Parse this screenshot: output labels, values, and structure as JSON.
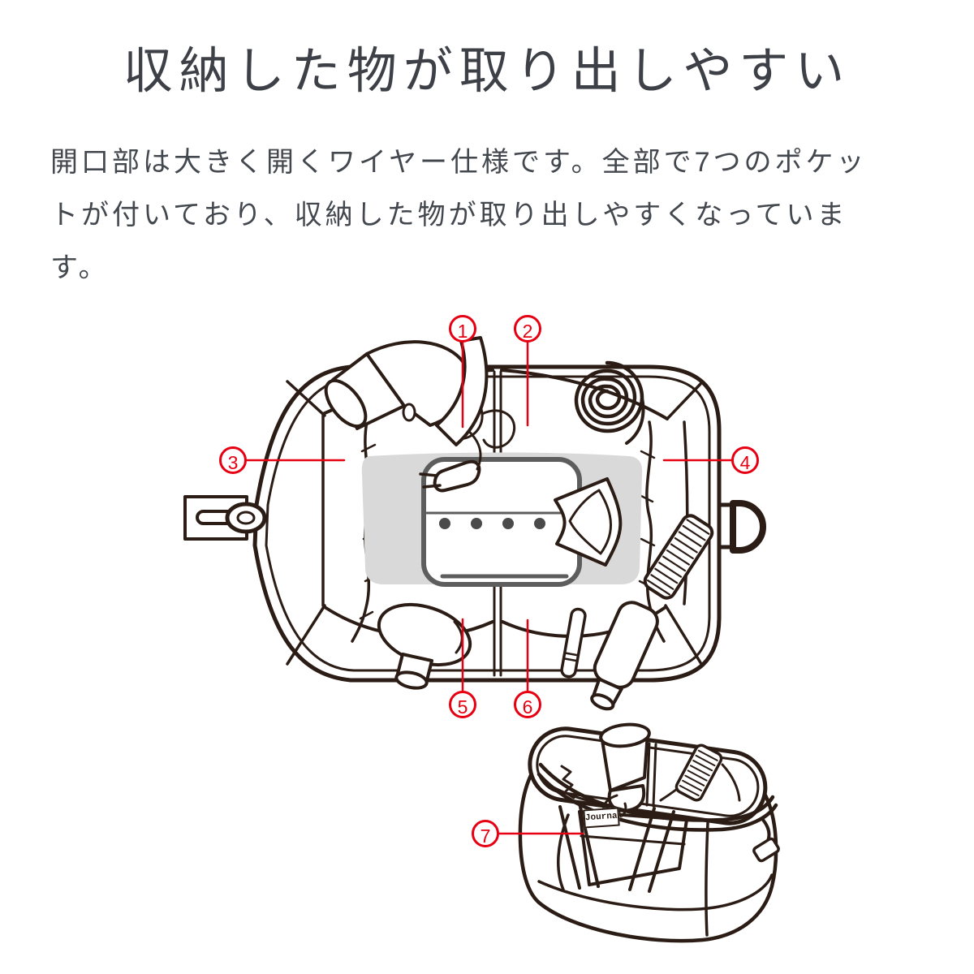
{
  "title": "収納した物が取り出しやすい",
  "description": "開口部は大きく開くワイヤー仕様です。全部で7つのポケットが付いており、収納した物が取り出しやすくなっています。",
  "diagram": {
    "markers": [
      {
        "label": "1"
      },
      {
        "label": "2"
      },
      {
        "label": "3"
      },
      {
        "label": "4"
      },
      {
        "label": "5"
      },
      {
        "label": "6"
      },
      {
        "label": "7"
      }
    ],
    "pocket_tag_label": "Journal"
  },
  "colors": {
    "marker_red": "#e60012",
    "line_ink": "#2b1d15",
    "floor_gray": "#d9d9d9",
    "device_gray": "#5d5d5d",
    "text_gray": "#3f434a"
  }
}
